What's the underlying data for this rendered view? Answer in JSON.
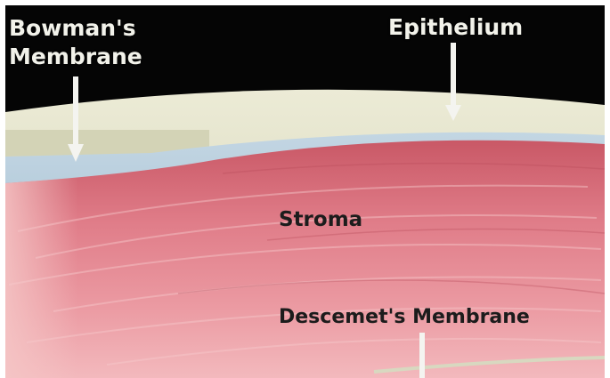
{
  "labels": {
    "bowmans_line1": "Bowman's",
    "bowmans_line2": "Membrane",
    "epithelium": "Epithelium",
    "stroma": "Stroma",
    "descemets": "Descemet's Membrane"
  },
  "colors": {
    "background": "#000000",
    "epithelium": "#d8d8c0",
    "bowmans_membrane": "#a9c3d6",
    "stroma": "#d86f7c",
    "stroma_light": "#f0aab0",
    "frame": "#ffffff"
  }
}
